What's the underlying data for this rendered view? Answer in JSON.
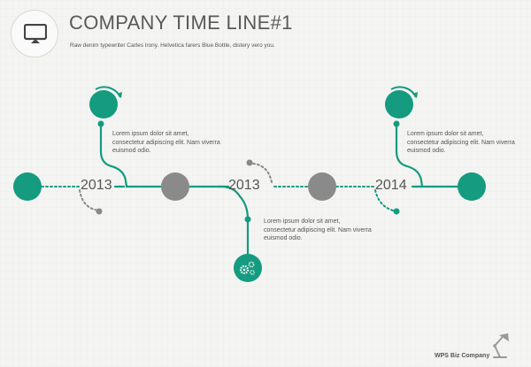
{
  "header": {
    "icon": "monitor-icon",
    "title": "COMPANY TIME LINE#1",
    "subtitle": "Raw denim typewriter Carles irony. Helvetica farers Blue Bottle, distery vero you."
  },
  "timeline": {
    "years": [
      "2013",
      "2013",
      "2014"
    ],
    "milestones": [
      {
        "lines": [
          "Lorem ipsum dolor sit amet,",
          "consectetur adipiscing elit. Nam viverra",
          "euismod odio."
        ],
        "icon": "refresh-icon"
      },
      {
        "lines": [
          "Lorem ipsum dolor sit amet,",
          "consectetur adipiscing elit. Nam viverra",
          "euismod odio."
        ],
        "icon": "gears-icon"
      },
      {
        "lines": [
          "Lorem ipsum dolor sit amet,",
          "consectetur adipiscing elit. Nam viverra",
          "euismod odio."
        ],
        "icon": "refresh-icon"
      }
    ]
  },
  "footer": {
    "brand": "WPS Biz Company",
    "icon": "desk-lamp-icon"
  },
  "colors": {
    "accent": "#149b80",
    "node_gray": "#8a8a8a",
    "dot_gray": "#888888",
    "text": "#555555"
  }
}
